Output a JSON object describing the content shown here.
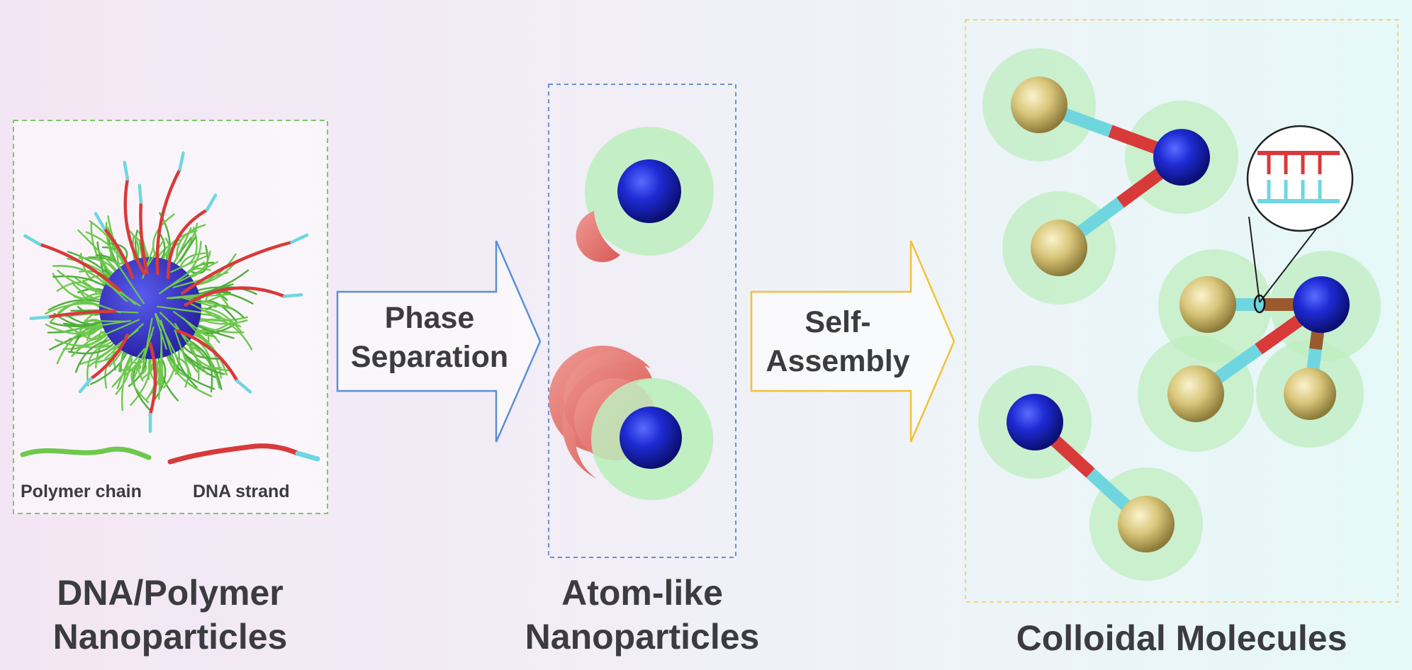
{
  "panel1": {
    "legend_polymer": "Polymer chain",
    "legend_dna": "DNA strand",
    "caption_line1": "DNA/Polymer",
    "caption_line2": "Nanoparticles"
  },
  "arrow1": {
    "line1": "Phase",
    "line2": "Separation"
  },
  "panel2": {
    "caption_line1": "Atom-like",
    "caption_line2": "Nanoparticles"
  },
  "arrow2": {
    "line1": "Self-",
    "line2": "Assembly"
  },
  "panel3": {
    "caption": "Colloidal Molecules"
  },
  "colors": {
    "polymer_green": "#6cc94c",
    "dna_red": "#d83a3a",
    "dna_cyan": "#6fd6e0",
    "core_blue": "#1d22c8",
    "gold": "#d9c67a",
    "halo_green": "#bfeec0",
    "salmon": "#e0736f",
    "arrow_blue": "#5b8fd8",
    "arrow_gold": "#f2c232",
    "box_green": "#7cc86a",
    "box_blue": "#6f8fd0",
    "box_gold": "#f1d37a"
  }
}
